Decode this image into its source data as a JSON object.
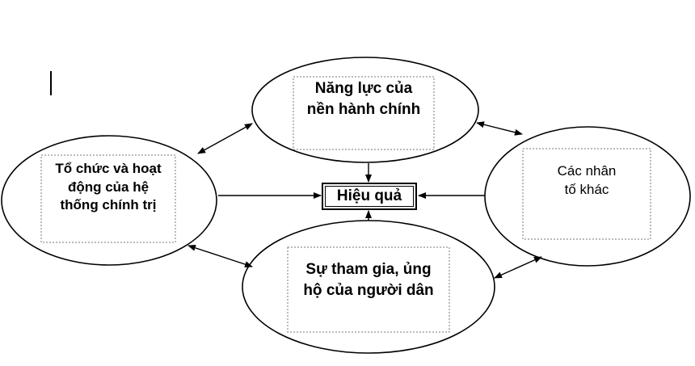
{
  "diagram": {
    "center": {
      "label": "Hiệu quả"
    },
    "nodes": {
      "top": {
        "line1": "Năng lực của",
        "line2": "nền hành chính"
      },
      "left": {
        "line1": "Tổ chức và hoạt",
        "line2": "động của hệ",
        "line3": "thống chính trị"
      },
      "right": {
        "line1": "Các nhân",
        "line2": "tố khác"
      },
      "bottom": {
        "line1": "Sự tham gia, ủng",
        "line2": "hộ của người dân"
      }
    },
    "colors": {
      "stroke": "#000000",
      "background": "#ffffff",
      "dashed_box": "#777777"
    }
  }
}
